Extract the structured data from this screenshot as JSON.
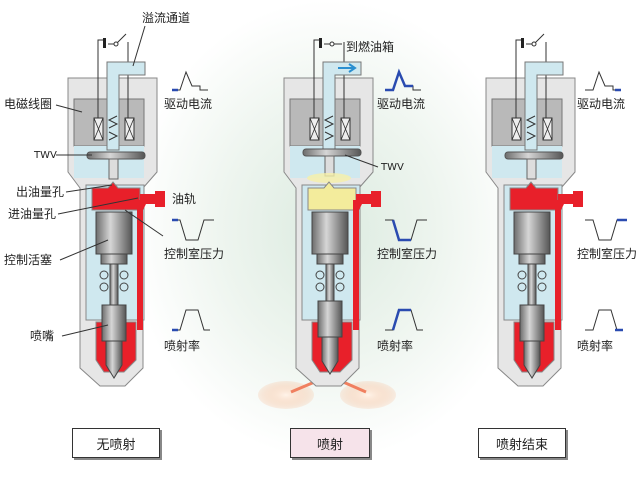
{
  "panels": [
    {
      "state": "no-injection",
      "caption": "无喷射",
      "caption_bg": "#ffffff",
      "chamber_color": "#e8202a",
      "spray": false
    },
    {
      "state": "injection",
      "caption": "喷射",
      "caption_bg": "#f6e3ea",
      "chamber_color": "#f3ec9c",
      "spray": true
    },
    {
      "state": "injection-end",
      "caption": "喷射结束",
      "caption_bg": "#ffffff",
      "chamber_color": "#e8202a",
      "spray": false
    }
  ],
  "labels": {
    "overflow_channel": "溢流通道",
    "to_fuel_tank": "到燃油箱",
    "solenoid_coil": "电磁线圈",
    "twv": "TWV",
    "twv_2": "TWV",
    "outlet_orifice": "出油量孔",
    "inlet_orifice": "进油量孔",
    "fuel_rail": "油轨",
    "control_piston": "控制活塞",
    "nozzle": "喷嘴",
    "drive_current": "驱动电流",
    "control_chamber_pressure": "控制室压力",
    "injection_rate": "喷射率"
  },
  "colors": {
    "fuel_high": "#e8202a",
    "fuel_low": "#cfe8ef",
    "body": "#e6e6e6",
    "wave_active": "#2a4bb0"
  }
}
